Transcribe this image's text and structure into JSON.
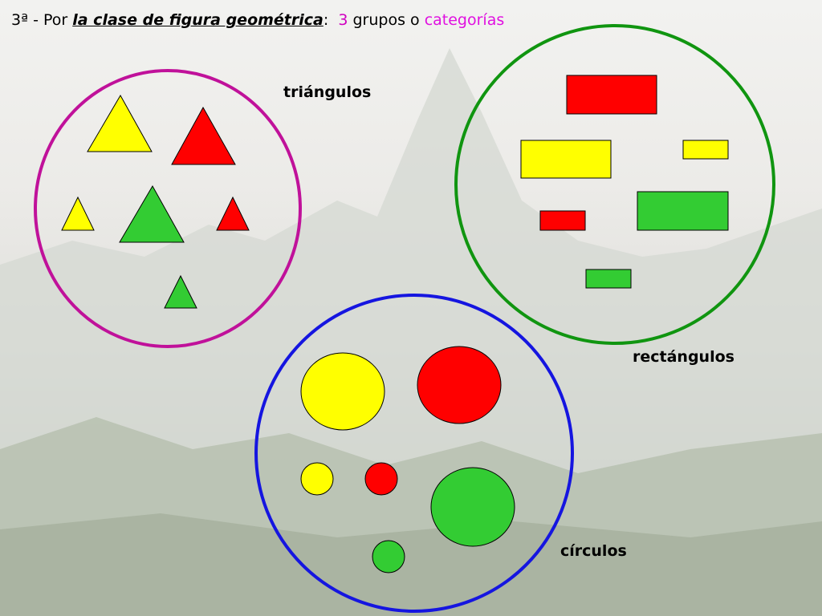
{
  "heading": {
    "prefix": "3ª - Por ",
    "criterion": "la clase de figura geométrica",
    "colon": ":",
    "count": "3",
    "middle": " grupos o ",
    "categories_word": "categorías"
  },
  "colors": {
    "yellow": "#ffff00",
    "red": "#ff0000",
    "green": "#33cc33",
    "triangle_group": "#c0119a",
    "rectangle_group": "#109510",
    "circle_group": "#1515e0",
    "count_color": "#d000c0",
    "categories_color": "#e010e0"
  },
  "groups": {
    "triangles": {
      "label": "triángulos"
    },
    "rectangles": {
      "label": "rectángulos"
    },
    "circles": {
      "label": "círculos"
    }
  }
}
